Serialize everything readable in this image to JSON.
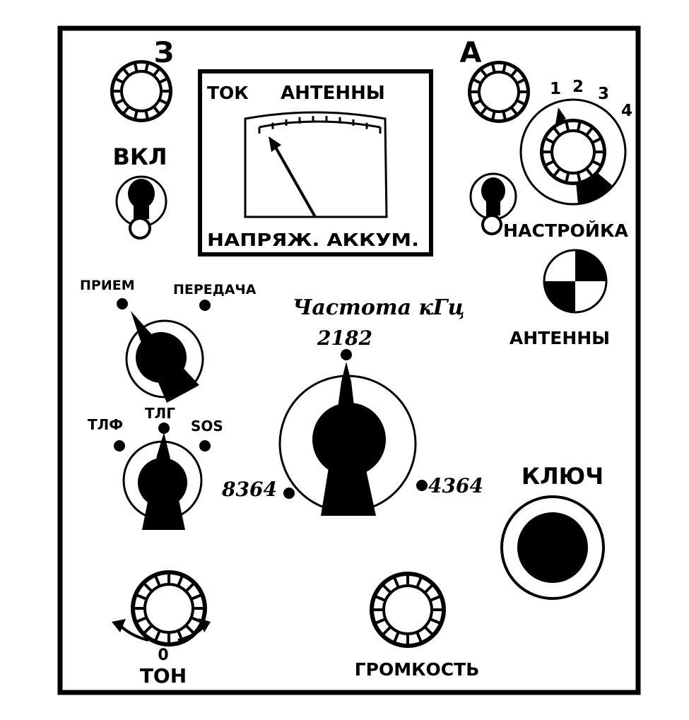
{
  "panel": {
    "connector_left_label": "З",
    "connector_right_label": "А",
    "power_label": "ВКЛ",
    "meter": {
      "title_left": "ТОК",
      "title_right": "АНТЕННЫ",
      "bottom_label": "НАПРЯЖ. АККУМ."
    },
    "range_switch_numbers": [
      "1",
      "2",
      "3",
      "4"
    ],
    "tuning_label": "НАСТРОЙКА",
    "antenna_label": "АНТЕННЫ",
    "mode_switch": {
      "left": "ПРИЕМ",
      "right": "ПЕРЕДАЧА"
    },
    "type_switch": {
      "left": "ТЛФ",
      "center": "ТЛГ",
      "right": "SOS"
    },
    "frequency": {
      "title": "Частота кГц",
      "top": "2182",
      "left": "8364",
      "right": "4364"
    },
    "key_label": "КЛЮЧ",
    "tone": {
      "zero": "0",
      "label": "ТОН"
    },
    "volume_label": "ГРОМКОСТЬ"
  }
}
